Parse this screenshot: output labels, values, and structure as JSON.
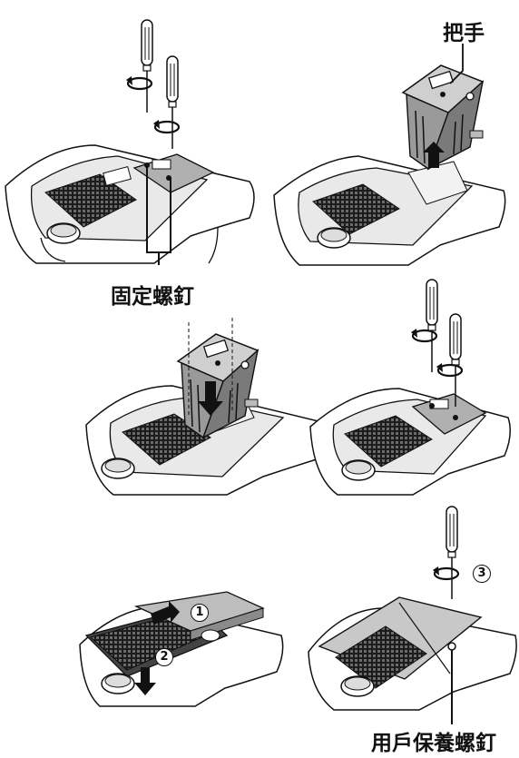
{
  "labels": {
    "handle": "把手",
    "fixing_screws": "固定螺釘",
    "user_service_cover_screw": "用戶保養螺釘"
  },
  "step_numbers": [
    "1",
    "2",
    "3"
  ]
}
